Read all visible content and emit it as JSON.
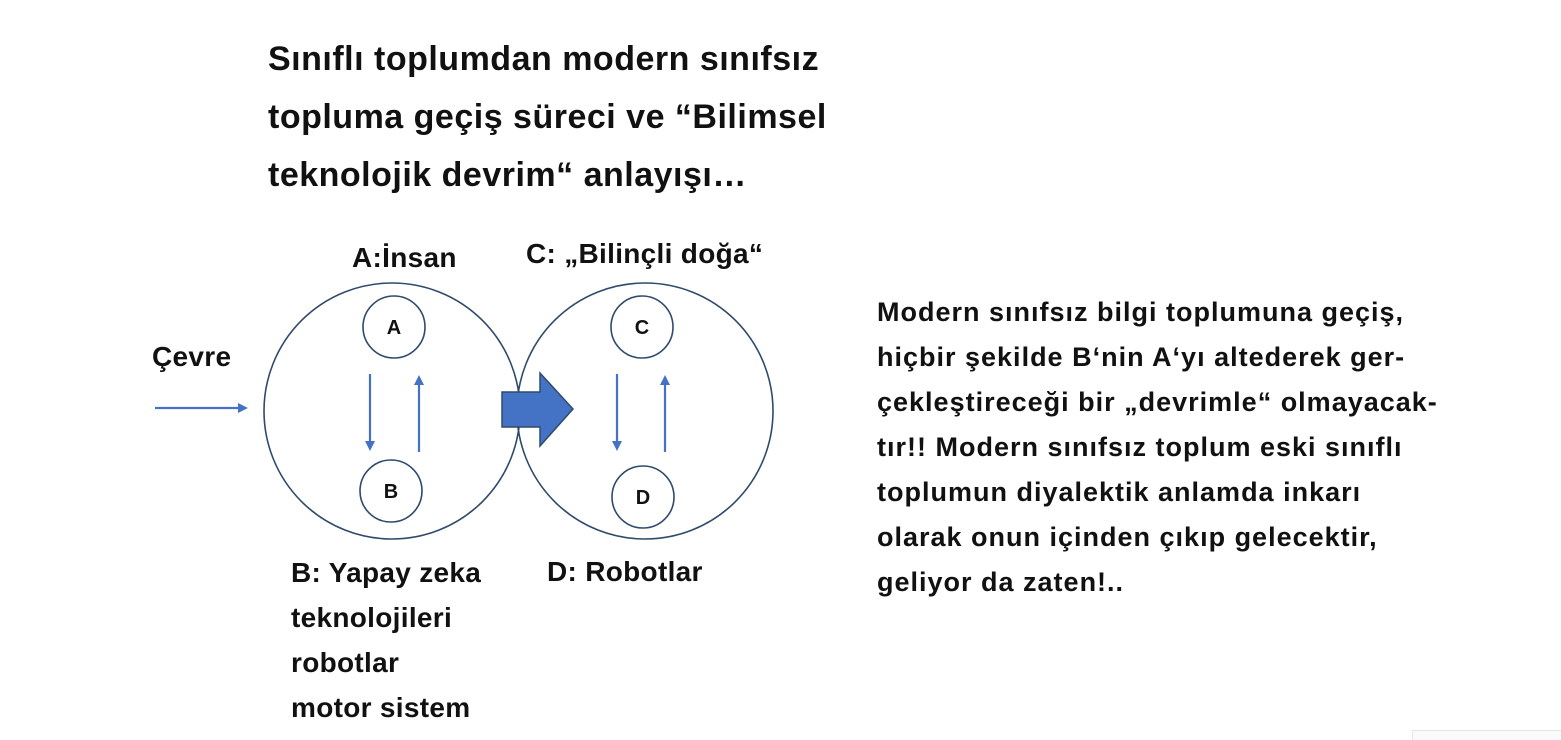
{
  "title": {
    "line1": "Sınıflı toplumdan modern sınıfsız",
    "line2": "topluma geçiş süreci ve “Bilimsel",
    "line3": "teknolojik devrim“ anlayışı…"
  },
  "labels": {
    "a_label": "A:İnsan",
    "c_label": "C: „Bilinçli doğa“",
    "environment": "Çevre",
    "b_lines": [
      "B: Yapay zeka",
      "teknolojileri",
      "robotlar",
      "motor sistem"
    ],
    "d_label": "D: Robotlar"
  },
  "nodes": {
    "a": "A",
    "b": "B",
    "c": "C",
    "d": "D"
  },
  "paragraph": {
    "lines": [
      "Modern sınıfsız bilgi toplumuna geçiş,",
      "hiçbir şekilde B‘nin A‘yı altederek ger-",
      "çekleştireceği bir „devrimle“ olmayacak-",
      "tır!! Modern sınıfsız toplum eski  sınıflı",
      "toplumun diyalektik anlamda inkarı",
      "olarak onun içinden çıkıp gelecektir,",
      "geliyor da zaten!.."
    ]
  },
  "colors": {
    "circle_stroke": "#2f4a6b",
    "arrow_blue": "#4472c4",
    "text": "#111111"
  }
}
